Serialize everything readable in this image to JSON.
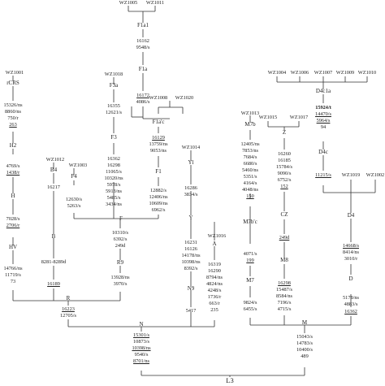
{
  "samples": {
    "wz1005": "WZ1005",
    "wz1011": "WZ1011",
    "wz1001": "WZ1001",
    "rcrs": "rCRS",
    "wz1018": "WZ1018",
    "wz1008": "WZ1008",
    "wz1020": "WZ1020",
    "wz1003": "WZ1003",
    "wz1012": "WZ1012",
    "wz1014": "WZ1014",
    "wz1016": "WZ1016",
    "wz1013": "WZ1013",
    "wz1015": "WZ1015",
    "wz1017": "WZ1017",
    "wz1004": "WZ1004",
    "wz1006": "WZ1006",
    "wz1007": "WZ1007",
    "wz1009": "WZ1009",
    "wz1010": "WZ1010",
    "wz1019": "WZ1019",
    "wz1002": "WZ1002"
  },
  "haplogroups": {
    "f1a1": "F1a1",
    "f1a": "F1a",
    "f3a": "F3a",
    "f1ac": "F1a'c",
    "f3": "F3",
    "f1": "F1",
    "f4": "F4",
    "f": "F",
    "h2": "H2",
    "h": "H",
    "hv": "HV",
    "b4": "B4",
    "b": "B",
    "r9": "R9",
    "r": "R",
    "yl": "Yl",
    "y": "Y",
    "n9": "N9",
    "a": "A",
    "n": "N",
    "m7b": "M7b",
    "m7bc": "M7b'c",
    "m7": "M7",
    "z": "Z",
    "cz": "CZ",
    "m8": "M8",
    "d4c1a": "D4c1a",
    "d4c": "D4c",
    "d4": "D4",
    "d": "D",
    "m": "M",
    "l3": "L3"
  },
  "mutations": {
    "f1a1": {
      "m1": "16162",
      "m2": "9548/s"
    },
    "f1a": {
      "m1": "16172",
      "m2": "4086/s"
    },
    "f3a": {
      "m1": "16355",
      "m2": "12621/s"
    },
    "f1ac": {
      "m1": "16129",
      "m2": "13759/ns",
      "m3": "9053/ns"
    },
    "f3": {
      "m1": "16362",
      "m2": "16298",
      "m3": "11065/s",
      "m4": "10320/ns",
      "m5": "5978/s",
      "m6": "5913/ns",
      "m7": "5485/s",
      "m8": "3434/ns"
    },
    "f1": {
      "m1": "12882/s",
      "m2": "12406/ns",
      "m3": "10609/ns",
      "m4": "6962/s"
    },
    "f4": {
      "m1": "12630/s",
      "m2": "5263/s"
    },
    "f": {
      "m1": "10310/s",
      "m2": "6392/s",
      "m3": "249d"
    },
    "rcrs": {
      "m1": "15326/ns",
      "m2": "8860/ns",
      "m3": "750/r",
      "m4": "263"
    },
    "h2": {
      "m1": "4769/s",
      "m2": "1438/r"
    },
    "h": {
      "m1": "7028/s",
      "m2": "2706/r"
    },
    "hv": {
      "m1": "14766/ns",
      "m2": "11719/s",
      "m3": "73"
    },
    "b4": {
      "m1": "16217"
    },
    "b": {
      "m1": "8281-8289d"
    },
    "r": {
      "m1": "16189"
    },
    "r9": {
      "m1": "13928/ns",
      "m2": "3970/s"
    },
    "rbase": {
      "m1": "16223",
      "m2": "12705/s"
    },
    "yl": {
      "m1": "16286",
      "m2": "3834/s"
    },
    "y": {
      "m1": "16231",
      "m2": "16126",
      "m3": "14178/ns",
      "m4": "10398/ns",
      "m5": "8392/s"
    },
    "n9": {
      "m1": "5417"
    },
    "a": {
      "m1": "16319",
      "m2": "16290",
      "m3": "8794/ns",
      "m4": "4824/ns",
      "m5": "4248/s",
      "m6": "1736/r",
      "m7": "663/r",
      "m8": "235"
    },
    "n": {
      "m1": "15301/s",
      "m2": "10873/s",
      "m3": "10398/ns",
      "m4": "9540/s",
      "m5": "8701/ns"
    },
    "m7b": {
      "m1": "12405/ns",
      "m2": "7853/ns",
      "m3": "7684/s",
      "m4": "6680/s",
      "m5": "5460/ns",
      "m6": "5351/s",
      "m7": "4164/s",
      "m8": "4048/ns",
      "m9": "150"
    },
    "m7bc": {
      "m1": "4071/s",
      "m2": "199"
    },
    "m7": {
      "m1": "9824/s",
      "m2": "6455/s"
    },
    "z": {
      "m1": "16260",
      "m2": "16185",
      "m3": "15784/s",
      "m4": "9090/s",
      "m5": "6752/s",
      "m6": "152"
    },
    "cz": {
      "m1": "249d"
    },
    "m8": {
      "m1": "16298",
      "m2": "15487/s",
      "m3": "8584/ns",
      "m4": "7196/s",
      "m5": "4715/s"
    },
    "d4c1a": {
      "m1": "15924/t",
      "m2": "14470/s",
      "m3": "5964/s",
      "m4": "94"
    },
    "d4c": {
      "m1": "11215/s"
    },
    "d4": {
      "m1": "14668/s",
      "m2": "8414/ns",
      "m3": "3010/r"
    },
    "d": {
      "m1": "5178/ns",
      "m2": "4883/s"
    },
    "m": {
      "m1": "16362"
    },
    "mbase": {
      "m1": "15043/s",
      "m2": "14783/s",
      "m3": "10400/s",
      "m4": "489"
    }
  }
}
